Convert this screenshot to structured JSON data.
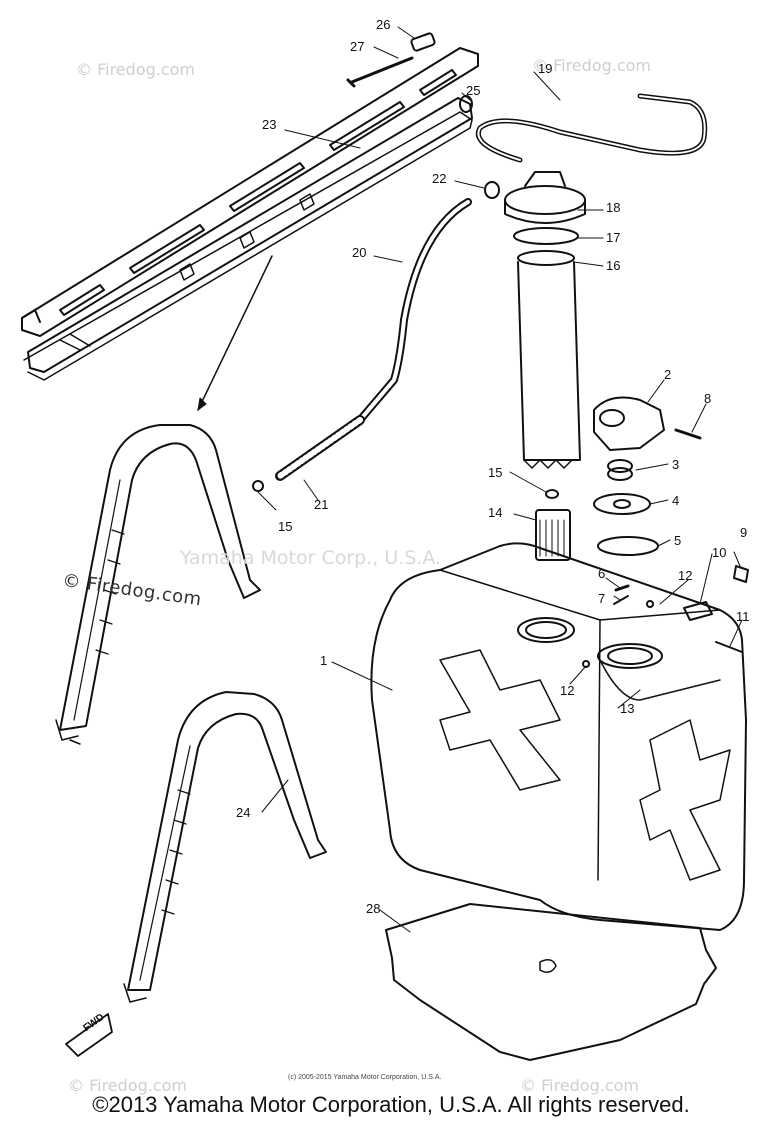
{
  "watermarks": {
    "site": "© Firedog.com",
    "site_side": "© Firedog.com",
    "center": "Yamaha Motor Corp., U.S.A."
  },
  "callouts": {
    "c1": "1",
    "c2": "2",
    "c3": "3",
    "c4": "4",
    "c5": "5",
    "c6": "6",
    "c7": "7",
    "c8": "8",
    "c9": "9",
    "c10": "10",
    "c11": "11",
    "c12a": "12",
    "c12b": "12",
    "c13": "13",
    "c14": "14",
    "c15a": "15",
    "c15b": "15",
    "c16": "16",
    "c17": "17",
    "c18": "18",
    "c19": "19",
    "c20": "20",
    "c21": "21",
    "c22": "22",
    "c23": "23",
    "c24": "24",
    "c25": "25",
    "c26": "26",
    "c27": "27",
    "c28": "28"
  },
  "badge": {
    "fwd": "FWD"
  },
  "footer": {
    "fine_copyright": "(c) 2005-2015 Yamaha Motor Corporation, U.S.A.",
    "copyright": "©2013 Yamaha Motor Corporation, U.S.A. All rights reserved."
  },
  "colors": {
    "ink": "#111111",
    "watermark": "#cfcfcf",
    "background": "#ffffff"
  }
}
